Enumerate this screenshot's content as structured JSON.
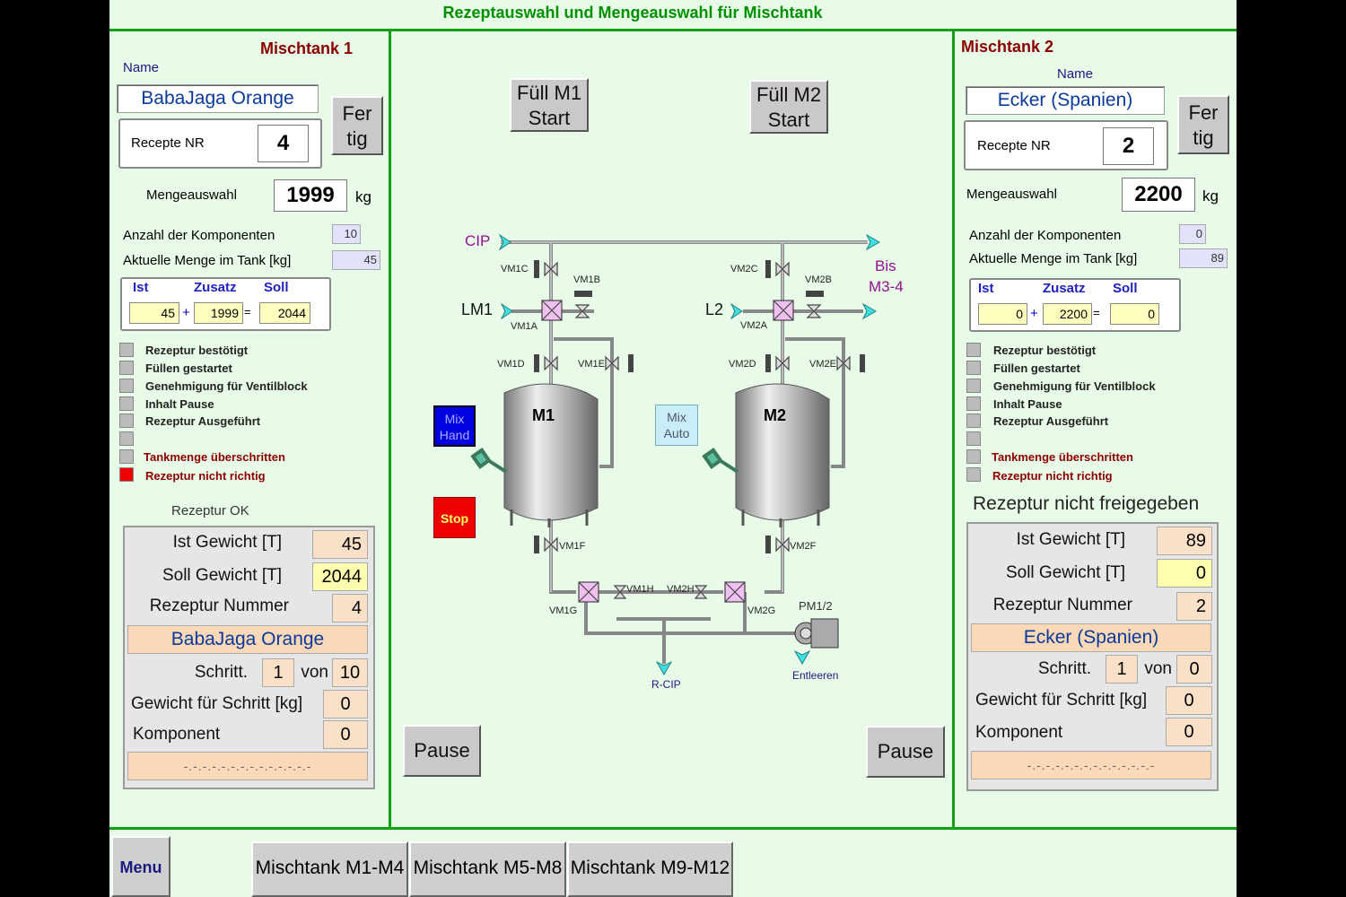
{
  "header": {
    "title": "Rezeptauswahl und Mengeauswahl für Mischtank"
  },
  "tank1": {
    "title": "Mischtank 1",
    "name_label": "Name",
    "name": "BabaJaga Orange",
    "fertig_l1": "Fer",
    "fertig_l2": "tig",
    "recipe_label": "Recepte NR",
    "recipe_nr": "4",
    "menge_label": "Mengeauswahl",
    "menge": "1999",
    "unit": "kg",
    "anzahl_label": "Anzahl der Komponenten",
    "anzahl": "10",
    "aktuelle_label": "Aktuelle Menge im Tank [kg]",
    "aktuelle": "45",
    "ist_h": "Ist",
    "zusatz_h": "Zusatz",
    "soll_h": "Soll",
    "ist": "45",
    "zusatz": "1999",
    "soll": "2044",
    "plus": "+",
    "eq": "=",
    "status": [
      "Rezeptur bestötigt",
      "Füllen gestartet",
      "Genehmigung für Ventilblock",
      "Inhalt  Pause",
      "Rezeptur Ausgeführt"
    ],
    "tankmenge": "Tankmenge überschritten",
    "nicht_richtig": "Rezeptur nicht richtig",
    "message": "Rezeptur OK",
    "ist_gewicht_label": "Ist Gewicht  [T]",
    "ist_gewicht": "45",
    "soll_gewicht_label": "Soll Gewicht  [T]",
    "soll_gewicht": "2044",
    "rezeptur_nummer_label": "Rezeptur Nummer",
    "rezeptur_nummer": "4",
    "rezeptur_name": "BabaJaga Orange",
    "schritt_label": "Schritt.",
    "schritt": "1",
    "von_label": "von",
    "von": "10",
    "gewicht_schritt_label": "Gewicht für Schritt  [kg]",
    "gewicht_schritt": "0",
    "komponent_label": "Komponent",
    "komponent": "0",
    "dots": "-.-.-.-.-.-.-.-.-.-.-.-.-.-"
  },
  "tank2": {
    "title": "Mischtank 2",
    "name_label": "Name",
    "name": "Ecker (Spanien)",
    "fertig_l1": "Fer",
    "fertig_l2": "tig",
    "recipe_label": "Recepte NR",
    "recipe_nr": "2",
    "menge_label": "Mengeauswahl",
    "menge": "2200",
    "unit": "kg",
    "anzahl_label": "Anzahl der Komponenten",
    "anzahl": "0",
    "aktuelle_label": "Aktuelle Menge im Tank [kg]",
    "aktuelle": "89",
    "ist_h": "Ist",
    "zusatz_h": "Zusatz",
    "soll_h": "Soll",
    "ist": "0",
    "zusatz": "2200",
    "soll": "0",
    "plus": "+",
    "eq": "=",
    "status": [
      "Rezeptur bestötigt",
      "Füllen gestartet",
      "Genehmigung für Ventilblock",
      "Inhalt  Pause",
      "Rezeptur Ausgeführt"
    ],
    "tankmenge": "Tankmenge überschritten",
    "nicht_richtig": "Rezeptur nicht richtig",
    "message": "Rezeptur nicht freigegeben",
    "ist_gewicht_label": "Ist Gewicht  [T]",
    "ist_gewicht": "89",
    "soll_gewicht_label": "Soll Gewicht  [T]",
    "soll_gewicht": "0",
    "rezeptur_nummer_label": "Rezeptur Nummer",
    "rezeptur_nummer": "2",
    "rezeptur_name": "Ecker (Spanien)",
    "schritt_label": "Schritt.",
    "schritt": "1",
    "von_label": "von",
    "von": "0",
    "gewicht_schritt_label": "Gewicht für Schritt [kg]",
    "gewicht_schritt": "0",
    "komponent_label": "Komponent",
    "komponent": "0",
    "dots": "-.-.-.-.-.-.-.-.-.-.-.-.-.-"
  },
  "center": {
    "fill_m1_l1": "Füll M1",
    "fill_m1_l2": "Start",
    "fill_m2_l1": "Füll M2",
    "fill_m2_l2": "Start",
    "mix_hand_l1": "Mix",
    "mix_hand_l2": "Hand",
    "mix_auto_l1": "Mix",
    "mix_auto_l2": "Auto",
    "stop": "Stop",
    "pause": "Pause",
    "pause2": "Pause",
    "cip": "CIP",
    "lm1": "LM1",
    "l2": "L2",
    "bis_l1": "Bis",
    "bis_l2": "M3-4",
    "m1": "M1",
    "m2": "M2",
    "r_cip": "R-CIP",
    "pm": "PM1/2",
    "entleeren": "Entleeren",
    "valves": {
      "vm1c": "VM1C",
      "vm1b": "VM1B",
      "vm1a": "VM1A",
      "vm1d": "VM1D",
      "vm1e": "VM1E",
      "vm1f": "VM1F",
      "vm1g": "VM1G",
      "vm1h": "VM1H",
      "vm2c": "VM2C",
      "vm2b": "VM2B",
      "vm2a": "VM2A",
      "vm2d": "VM2D",
      "vm2e": "VM2E",
      "vm2f": "VM2F",
      "vm2g": "VM2G",
      "vm2h": "VM2H"
    }
  },
  "nav": {
    "menu": "Menu",
    "m1m4": "Mischtank M1-M4",
    "m5m8": "Mischtank M5-M8",
    "m9m12": "Mischtank M9-M12"
  },
  "colors": {
    "background": "#e8fbe8",
    "frame_green": "#10a010",
    "title_green": "#009000",
    "tank_title": "#8b0000",
    "mix_hand": "#0000e0",
    "stop": "#ee0000"
  }
}
